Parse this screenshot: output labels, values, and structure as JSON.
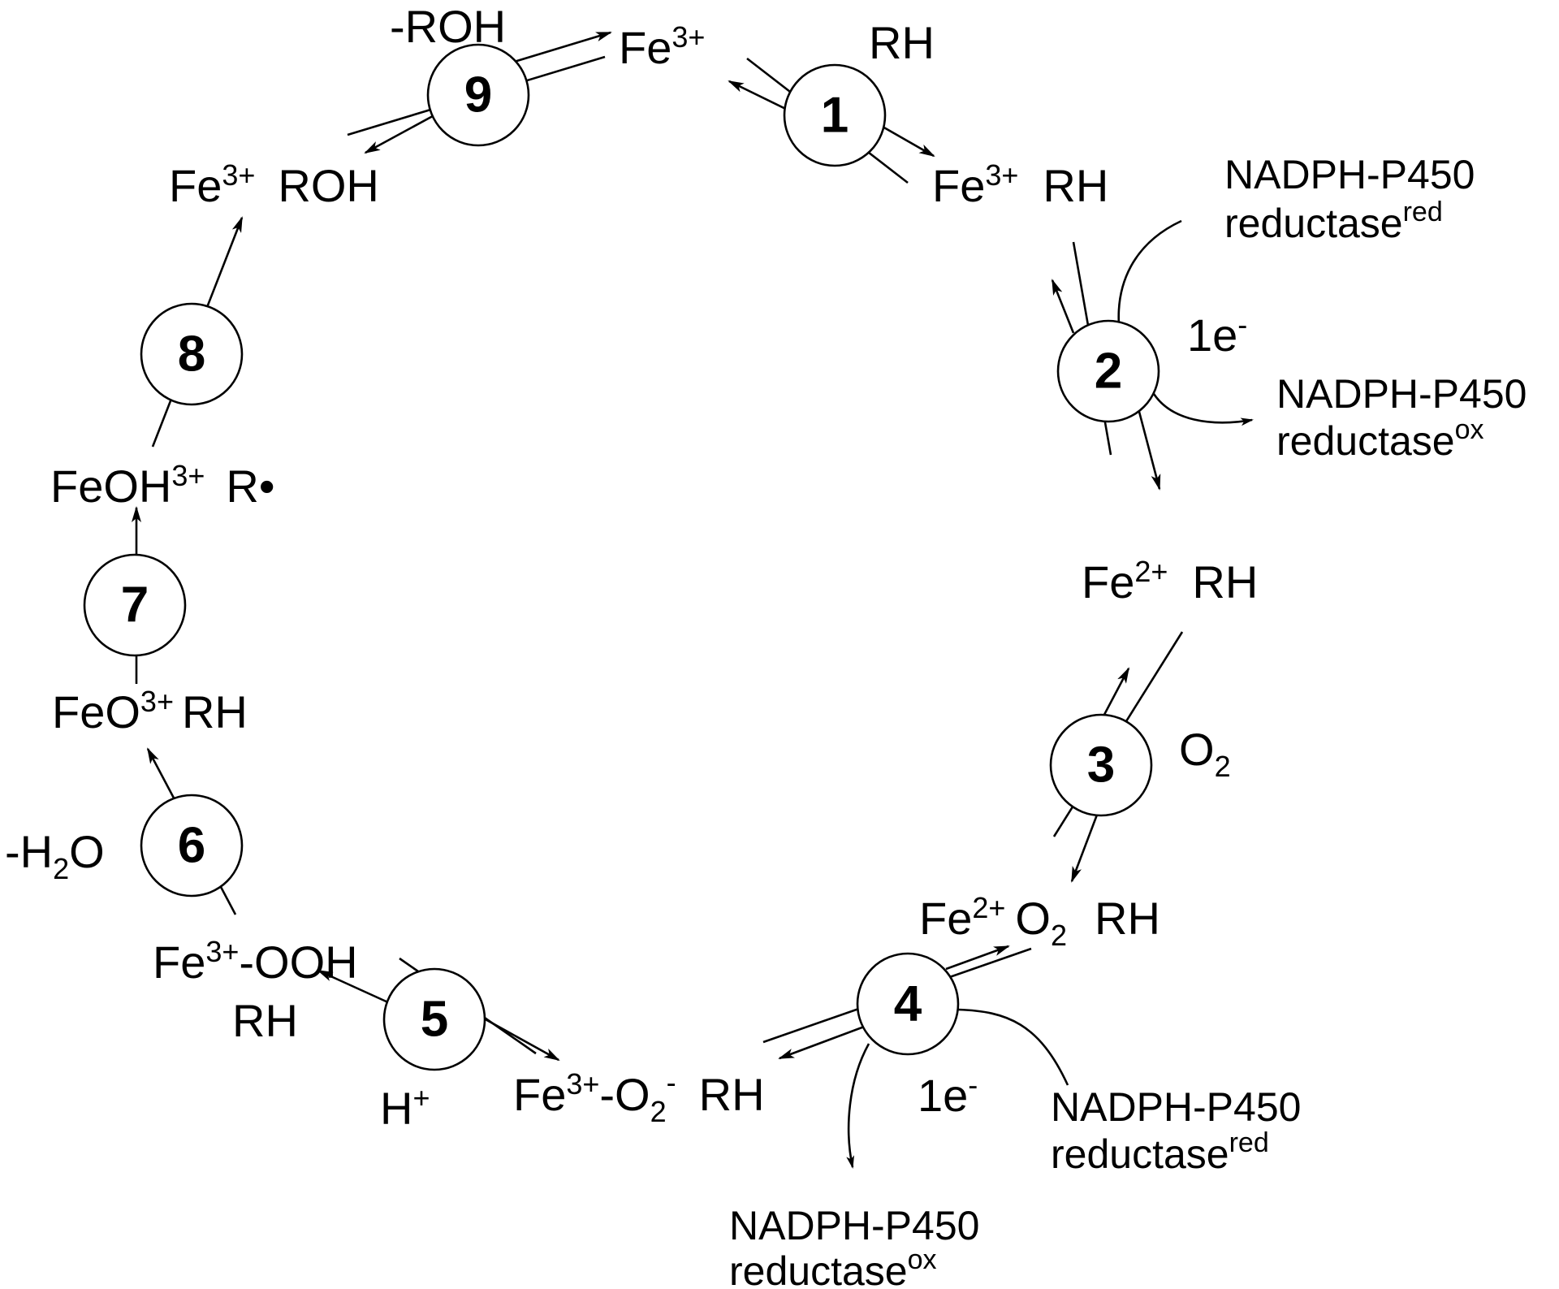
{
  "steps": [
    "1",
    "2",
    "3",
    "4",
    "5",
    "6",
    "7",
    "8",
    "9"
  ],
  "species": {
    "fe3": {
      "main": "Fe",
      "sup": "3+"
    },
    "fe3_rh": {
      "main": "Fe",
      "sup": "3+",
      "tail": "RH"
    },
    "fe2_rh": {
      "main": "Fe",
      "sup": "2+",
      "tail": "RH"
    },
    "fe2_o2_rh": {
      "main": "Fe",
      "sup": "2+",
      "mid": "O",
      "sub": "2",
      "tail": "RH"
    },
    "fe3_o2m_rh": {
      "main": "Fe",
      "sup": "3+",
      "mid": "-O",
      "sub": "2",
      "sup2": "-",
      "tail": "RH"
    },
    "fe3_ooh_rh": {
      "main": "Fe",
      "sup": "3+",
      "tail": "-OOH",
      "line2": "RH"
    },
    "feo3_rh": {
      "main": "FeO",
      "sup": "3+",
      "tail": "RH"
    },
    "feoh3_r": {
      "main": "FeOH",
      "sup": "3+",
      "tail": "R•"
    },
    "fe3_roh": {
      "main": "Fe",
      "sup": "3+",
      "tail": "ROH"
    }
  },
  "reagents": {
    "rh": "RH",
    "roh_out": "-ROH",
    "o2": {
      "main": "O",
      "sub": "2"
    },
    "h_plus": {
      "main": "H",
      "sup": "+"
    },
    "water_out": {
      "pre": "-H",
      "sub": "2",
      "post": "O"
    },
    "electron": {
      "main": "1e",
      "sup": "-"
    },
    "reductase_red": {
      "line1": "NADPH-P450",
      "line2": "reductase",
      "sup": "red"
    },
    "reductase_ox": {
      "line1": "NADPH-P450",
      "line2": "reductase",
      "sup": "ox"
    }
  }
}
